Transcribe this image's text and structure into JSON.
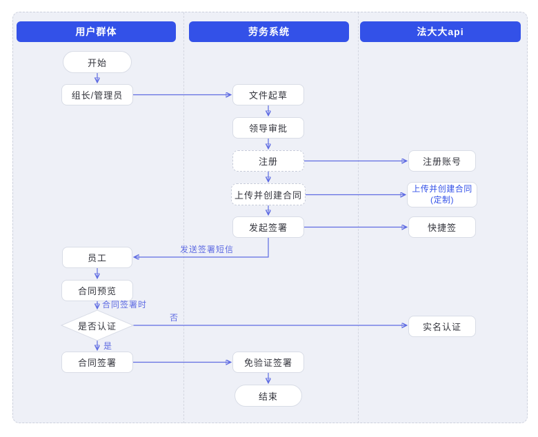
{
  "lanes": {
    "users": {
      "header": "用户群体"
    },
    "system": {
      "header": "劳务系统"
    },
    "fadada": {
      "header": "法大大api"
    }
  },
  "nodes": {
    "start": "开始",
    "admin": "组长/管理员",
    "employee": "员工",
    "contract_preview": "合同预览",
    "auth_decision": "是否认证",
    "contract_sign": "合同签署",
    "draft": "文件起草",
    "leader_approve": "领导审批",
    "register": "注册",
    "upload_create": "上传并创建合同",
    "initiate_sign": "发起签署",
    "no_verify_sign": "免验证签署",
    "end": "结束",
    "register_account": "注册账号",
    "upload_create_custom_line1": "上传并创建合同",
    "upload_create_custom_line2": "(定制)",
    "quick_sign": "快捷签",
    "real_name_auth": "实名认证"
  },
  "edge_labels": {
    "send_sign_sms": "发送签署短信",
    "when_contract_sign": "合同签署时",
    "no": "否",
    "yes": "是"
  },
  "colors": {
    "lane_header_bg": "#3351e8",
    "lane_header_text": "#ffffff",
    "connector": "#5d6ae2",
    "edge_label_text": "#5d6ae2",
    "node_bg": "#ffffff",
    "node_border": "#d8dce6",
    "node_dashed_border": "#c6cbd9",
    "node_text": "#33343c",
    "api_highlight_text": "#3351e8",
    "panel_bg": "#eef0f7",
    "panel_border": "#ccd0dc"
  }
}
